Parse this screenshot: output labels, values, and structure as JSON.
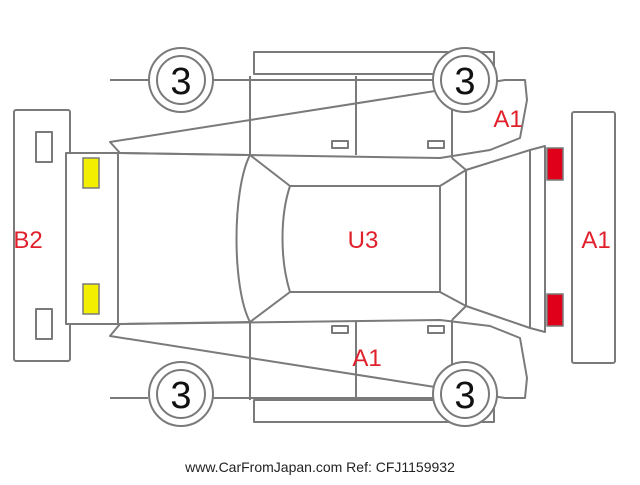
{
  "codes": {
    "rear_bumper": "B2",
    "roof": "U3",
    "front_bumper": "A1",
    "front_right_fender": "A1",
    "left_side_door": "A1"
  },
  "tire_grades": {
    "front_left": "3",
    "front_right": "3",
    "rear_left": "3",
    "rear_right": "3"
  },
  "colors": {
    "code_text": "#e0202a",
    "outline": "#7a7a7a",
    "rear_lamp_fill": "#f2f000",
    "front_lamp_fill": "#e0001a"
  },
  "footer": {
    "text": "www.CarFromJapan.com Ref: CFJ1159932"
  }
}
